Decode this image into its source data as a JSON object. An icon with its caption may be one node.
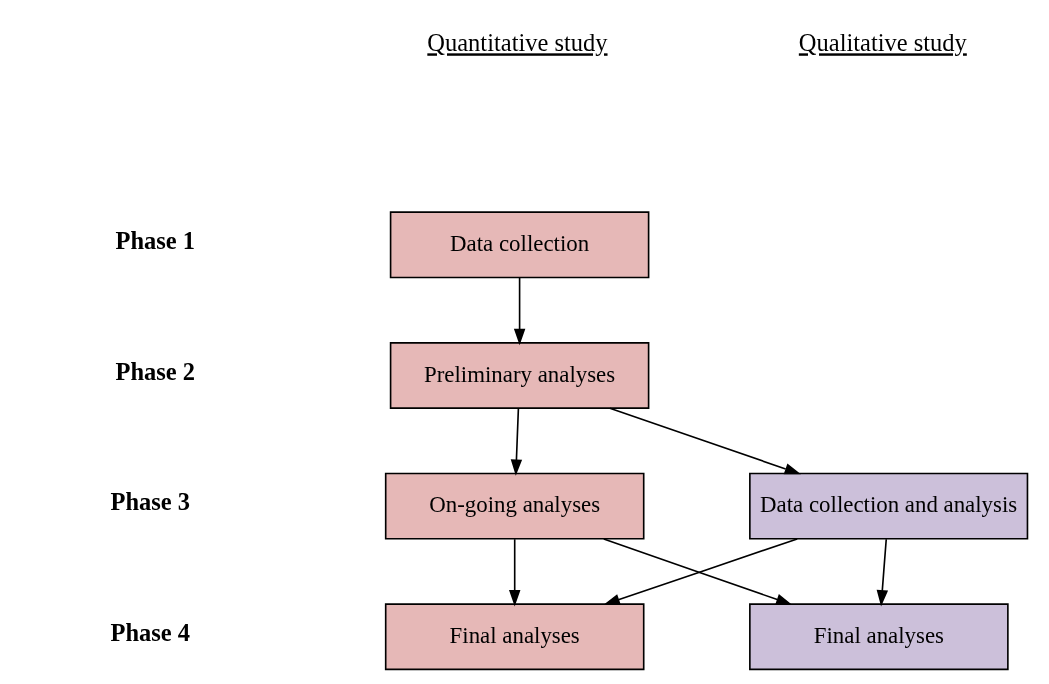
{
  "diagram": {
    "nodes": [
      {
        "text": [
          "Data collection"
        ]
      },
      {
        "text": [
          "Preliminary analyses"
        ]
      },
      {
        "text": [
          "On-going analyses"
        ]
      },
      {
        "text": [
          "Final analyses"
        ]
      },
      {
        "text": [
          "Data collection and analysis"
        ]
      },
      {
        "text": [
          "Final analyses"
        ]
      }
    ],
    "edges": [
      {
        "from": 0,
        "to": 1,
        "arrow": "to"
      },
      {
        "from": 1,
        "to": 2,
        "arrow": "to"
      },
      {
        "from": 2,
        "to": 3,
        "arrow": "to"
      },
      {
        "from": 1,
        "to": 4,
        "arrow": "to"
      },
      {
        "from": 2,
        "to": 5,
        "arrow": "to"
      },
      {
        "from": 4,
        "to": 3,
        "arrow": "to"
      },
      {
        "from": 4,
        "to": 5,
        "arrow": "to"
      }
    ],
    "labels": [
      "Quantitative study",
      "Qualitative study",
      "Phase 1",
      "Phase 2",
      "Phase 3",
      "Phase 4"
    ]
  }
}
